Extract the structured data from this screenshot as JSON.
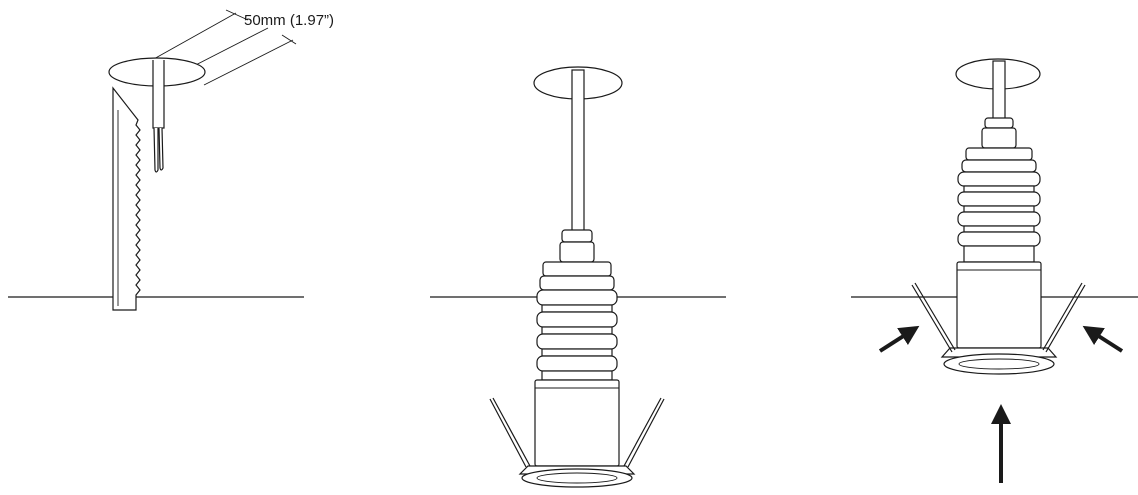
{
  "diagram": {
    "dimension_label": "50mm (1.97”)",
    "steps": [
      {
        "id": "step-1-cut-hole"
      },
      {
        "id": "step-2-insert-fixture"
      },
      {
        "id": "step-3-push-fixture-in"
      }
    ],
    "colors": {
      "line": "#1a1a1a",
      "background": "#ffffff"
    },
    "icons": [
      "saw-blade-icon",
      "cable-icon",
      "recessed-light-fixture-icon",
      "spring-clip-icon",
      "push-arrow-icon"
    ]
  }
}
